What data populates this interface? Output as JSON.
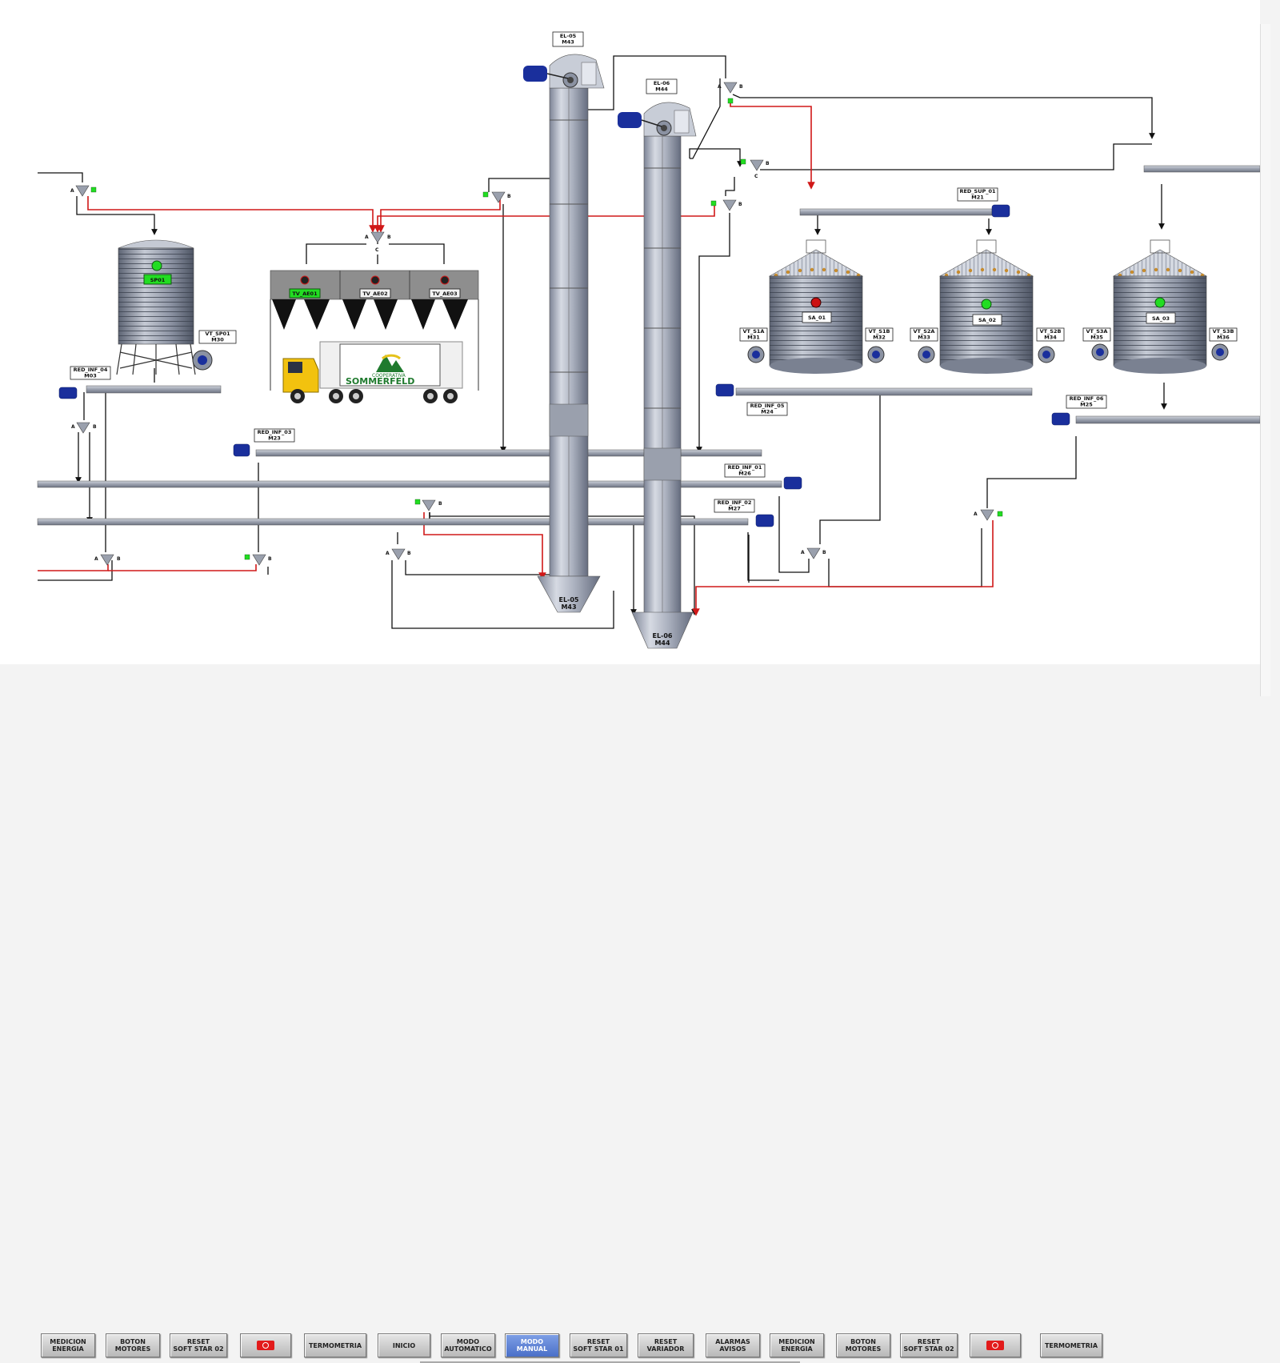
{
  "elevators": {
    "el05": {
      "top_tag": "EL-05\nM43",
      "bottom_tag": "EL-05\nM43"
    },
    "el06": {
      "top_tag": "EL-06\nM44",
      "bottom_tag": "EL-06\nM44"
    }
  },
  "silos": {
    "sp01": {
      "label": "SP01",
      "fan": "VT_SP01\nM30",
      "status_color": "#22dd22"
    },
    "sa01": {
      "label": "SA_01",
      "fan_a": "VT_S1A\nM31",
      "fan_b": "VT_S1B\nM32",
      "status_color": "#cc1111"
    },
    "sa02": {
      "label": "SA_02",
      "fan_a": "VT_S2A\nM33",
      "fan_b": "VT_S2B\nM34",
      "status_color": "#22dd22"
    },
    "sa03": {
      "label": "SA_03",
      "fan_a": "VT_S3A\nM35",
      "fan_b": "VT_S3B\nM36",
      "status_color": "#22dd22"
    }
  },
  "truck_bins": [
    {
      "label": "TV_AE01",
      "active": true
    },
    {
      "label": "TV_AE02",
      "active": false
    },
    {
      "label": "TV_AE03",
      "active": false
    }
  ],
  "truck_logo": {
    "line1": "COOPERATIVA",
    "line2": "SOMMERFELD"
  },
  "conveyors": {
    "red_inf_04": "RED_INF_04\nM03",
    "red_inf_03": "RED_INF_03\nM23",
    "red_inf_01": "RED_INF_01\nM26",
    "red_inf_02": "RED_INF_02\nM27",
    "red_inf_05": "RED_INF_05\nM24",
    "red_inf_06": "RED_INF_06\nM25",
    "red_sup_01": "RED_SUP_01\nM21"
  },
  "valve_port_labels": {
    "a": "A",
    "b": "B",
    "c": "C"
  },
  "buttons": [
    {
      "label": "MEDICION\nENERGIA",
      "active": false
    },
    {
      "label": "BOTON\nMOTORES",
      "active": false
    },
    {
      "label": "RESET\nSOFT STAR 02",
      "active": false
    },
    {
      "label": "",
      "icon": "power-icon",
      "active": false
    },
    {
      "label": "TERMOMETRIA",
      "active": false
    },
    {
      "label": "INICIO",
      "active": false
    },
    {
      "label": "MODO\nAUTOMATICO",
      "active": false
    },
    {
      "label": "MODO\nMANUAL",
      "active": true
    },
    {
      "label": "RESET\nSOFT STAR 01",
      "active": false
    },
    {
      "label": "RESET\nVARIADOR",
      "active": false
    },
    {
      "label": "ALARMAS\nAVISOS",
      "active": false
    },
    {
      "label": "MEDICION\nENERGIA",
      "active": false
    },
    {
      "label": "BOTON\nMOTORES",
      "active": false
    },
    {
      "label": "RESET\nSOFT STAR 02",
      "active": false
    },
    {
      "label": "",
      "icon": "power-icon",
      "active": false
    },
    {
      "label": "TERMOMETRIA",
      "active": false
    }
  ],
  "colors": {
    "flow_active": "#d01818",
    "flow_idle": "#111111",
    "motor": "#1a2f9c",
    "steel": "#b9bfcc"
  }
}
